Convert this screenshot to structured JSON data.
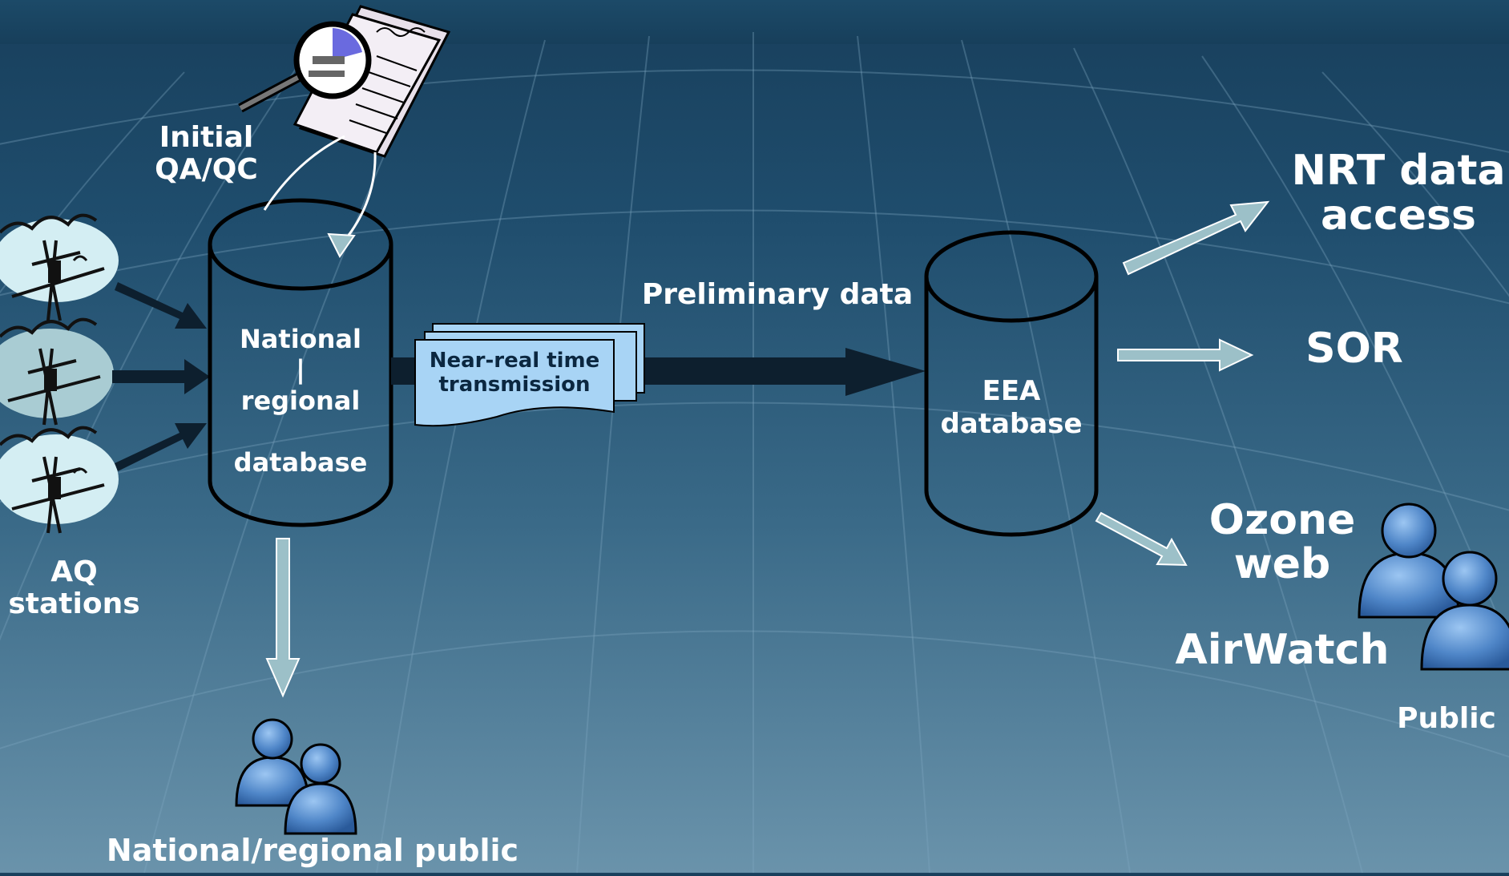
{
  "labels": {
    "initial_qaqc": "Initial\nQA/QC",
    "aq_stations": "AQ\nstations",
    "national_db": "National\n|\nregional\n\ndatabase",
    "nrt_transmission": "Near-real time\ntransmission",
    "preliminary_data": "Preliminary data",
    "eea_database": "EEA\ndatabase",
    "nrt_access": "NRT data\naccess",
    "sor": "SOR",
    "ozone_web": "Ozone\nweb",
    "airwatch": "AirWatch",
    "public": "Public",
    "national_public": "National/regional public"
  },
  "colors": {
    "text": "#ffffff",
    "arrow_dark": "#0d1f2e",
    "arrow_light": "#9cc0c8",
    "document_fill": "#a8d4f5",
    "person_fill": "#4f86c8"
  },
  "icons": {
    "qa_document": "magnifier-document-icon",
    "station": "air-quality-station-icon",
    "person": "person-icon"
  }
}
